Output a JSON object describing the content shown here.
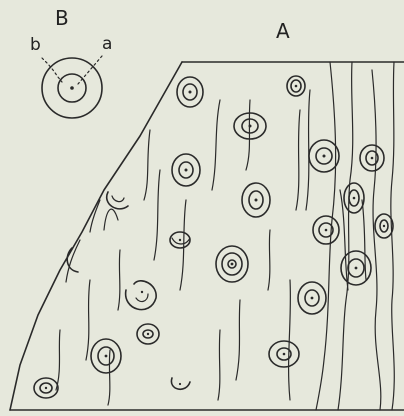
{
  "figure": {
    "label_a": "A",
    "label_b": "B",
    "inset_label_a": "a",
    "inset_label_b": "b"
  },
  "colors": {
    "background": "#e6e8dc",
    "ink": "#2a2a2a"
  }
}
